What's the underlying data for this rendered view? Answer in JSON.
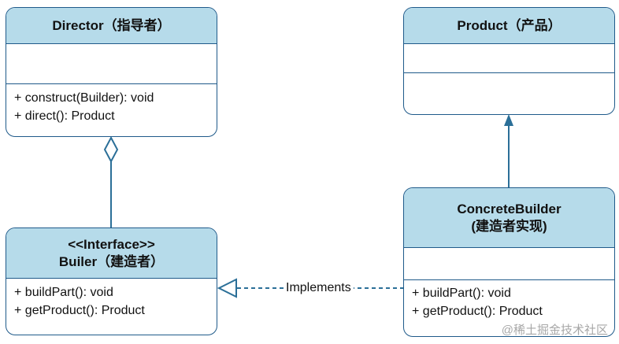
{
  "diagram": {
    "classes": {
      "director": {
        "title": "Director（指导者）",
        "methods": [
          "+ construct(Builder): void",
          "+ direct(): Product"
        ]
      },
      "product": {
        "title": "Product（产品）",
        "methods": []
      },
      "builder": {
        "stereotype": "<<Interface>>",
        "title": "Builer（建造者）",
        "methods": [
          "+ buildPart(): void",
          "+ getProduct(): Product"
        ]
      },
      "concrete_builder": {
        "title": "ConcreteBuilder",
        "subtitle": "(建造者实现)",
        "methods": [
          "+ buildPart(): void",
          "+ getProduct(): Product"
        ]
      }
    },
    "relations": {
      "implements_label": "Implements"
    },
    "colors": {
      "header_fill": "#b6dbea",
      "border": "#1f5a8a",
      "connector": "#2b6f98"
    }
  },
  "watermark": "@稀土掘金技术社区"
}
